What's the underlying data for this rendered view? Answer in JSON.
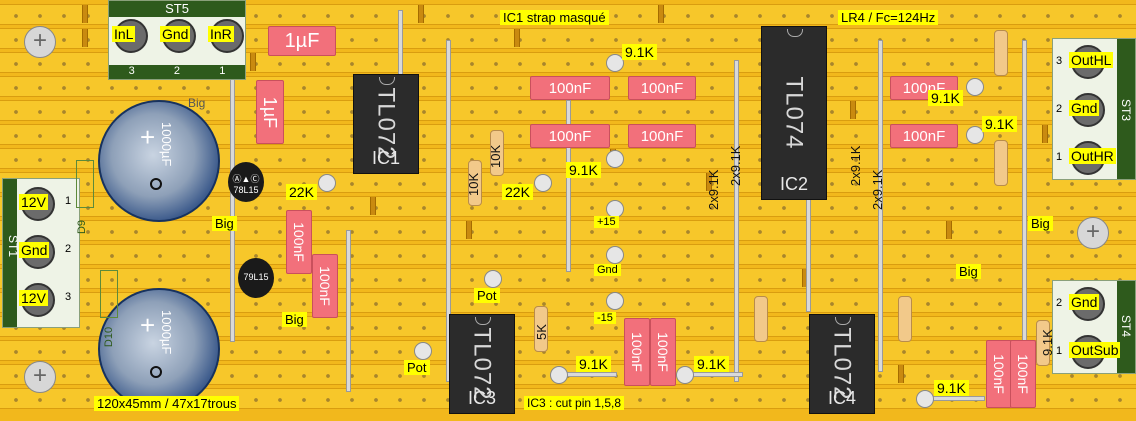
{
  "title": "IC1 strap masqué",
  "filter_note": "LR4 / Fc=124Hz",
  "board_size": "120x45mm / 47x17trous",
  "ic3_note": "IC3 : cut pin 1,5,8",
  "ics": [
    {
      "ref": "IC1",
      "part": "TL072"
    },
    {
      "ref": "IC2",
      "part": "TL074"
    },
    {
      "ref": "IC3",
      "part": "TL072"
    },
    {
      "ref": "IC4",
      "part": "TL072"
    }
  ],
  "connectors": {
    "st5": {
      "name": "ST5",
      "pins": [
        "InL",
        "Gnd",
        "InR"
      ],
      "numbers": [
        "3",
        "2",
        "1"
      ]
    },
    "st1": {
      "name": "ST1",
      "pins": [
        "12V",
        "Gnd",
        "12V"
      ],
      "numbers": [
        "1",
        "2",
        "3"
      ]
    },
    "st3": {
      "name": "ST3",
      "pins": [
        "OutHL",
        "Gnd",
        "OutHR"
      ],
      "numbers": [
        "3",
        "2",
        "1"
      ]
    },
    "st4": {
      "name": "ST4",
      "pins": [
        "Gnd",
        "OutSub"
      ],
      "numbers": [
        "2",
        "1"
      ]
    }
  },
  "caps": {
    "c1u_a": "1µF",
    "c1u_b": "1µF",
    "c100n": "100nF",
    "c1000u": "1000µF"
  },
  "resistors": {
    "r91k": "9.1K",
    "r22k": "22K",
    "r10k": "10K",
    "r5k": "5K",
    "r2x91k": "2x9.1K"
  },
  "labels": {
    "big": "Big",
    "pot": "Pot",
    "p15": "+15",
    "gnd": "Gnd",
    "m15": "-15",
    "d9": "D9",
    "d10": "D10",
    "reg1": "Ⓐ▲Ⓒ 78L15",
    "reg2": "79L15"
  }
}
